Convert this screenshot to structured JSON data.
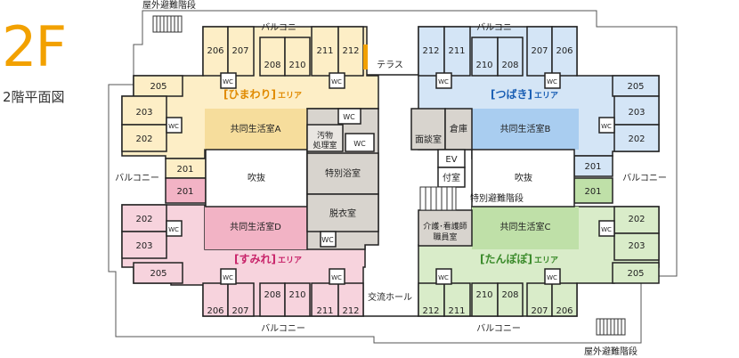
{
  "floor": {
    "big": "2F",
    "subtitle": "2階平面図"
  },
  "labels": {
    "emergency_stairs": "屋外避難階段",
    "balcony": "バルコニー",
    "terrace": "テラス",
    "exchange_hall": "交流ホール",
    "special_stairs": "特別避難階段",
    "atrium": "吹抜"
  },
  "areas": {
    "himawari": {
      "label": "[ひまわり]",
      "suffix": "エリア",
      "color": "#fdeec6",
      "title_color": "#e08a00",
      "living": "共同生活室A"
    },
    "tsubaki": {
      "label": "[つばき]",
      "suffix": "エリア",
      "color": "#d4e5f6",
      "title_color": "#1a5fb4",
      "living": "共同生活室B"
    },
    "sumire": {
      "label": "[すみれ]",
      "suffix": "エリア",
      "color": "#f7d3dd",
      "title_color": "#c8246a",
      "living": "共同生活室D"
    },
    "tanpopo": {
      "label": "[たんぽぽ]",
      "suffix": "エリア",
      "color": "#d9ecc9",
      "title_color": "#3a8a2a",
      "living": "共同生活室C"
    }
  },
  "center": {
    "dirty": "汚物処理室",
    "wc": "WC",
    "bath": "特別浴室",
    "dressing": "脱衣室",
    "consult": "面談室",
    "storage": "倉庫",
    "ev": "EV",
    "ev_hall": "付室",
    "staff": "介護･看護師職員室"
  },
  "rooms": {
    "r201": "201",
    "r202": "202",
    "r203": "203",
    "r205": "205",
    "r206": "206",
    "r207": "207",
    "r208": "208",
    "r210": "210",
    "r211": "211",
    "r212": "212"
  },
  "colors": {
    "highlight": "#f2a100",
    "wall": "#222222",
    "outer": "#999999"
  }
}
